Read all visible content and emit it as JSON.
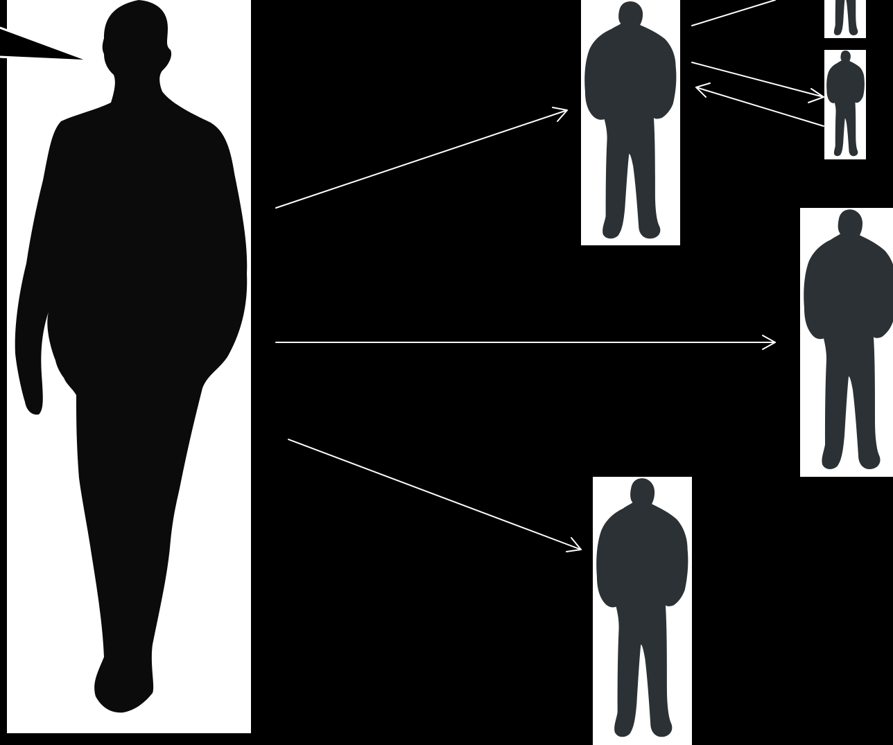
{
  "colors": {
    "background": "#000000",
    "card": "#ffffff",
    "walker_silhouette": "#0b0b0b",
    "hoodie_silhouette": "#2b3134",
    "arrow": "#ffffff"
  },
  "figures": {
    "main": {
      "icon": "walking-person-silhouette-icon"
    },
    "copies": [
      {
        "name": "copy-top-center",
        "icon": "hooded-person-silhouette-icon"
      },
      {
        "name": "copy-top-right-upper",
        "icon": "hooded-person-silhouette-icon"
      },
      {
        "name": "copy-top-right-lower",
        "icon": "hooded-person-silhouette-icon"
      },
      {
        "name": "copy-middle-right",
        "icon": "hooded-person-silhouette-icon"
      },
      {
        "name": "copy-bottom-center",
        "icon": "hooded-person-silhouette-icon"
      }
    ]
  },
  "connectors": {
    "speech_pointer": "speech-bubble-pointer",
    "arrows": [
      {
        "name": "arrow-main-to-top-center",
        "style": "open-arrowhead"
      },
      {
        "name": "arrow-main-to-middle-right",
        "style": "open-arrowhead"
      },
      {
        "name": "arrow-main-to-bottom-center",
        "style": "open-arrowhead"
      },
      {
        "name": "arrow-top-center-to-top-right-upper",
        "style": "plain-line"
      },
      {
        "name": "arrow-top-center-to-top-right-lower",
        "style": "open-arrowhead"
      },
      {
        "name": "arrow-top-right-lower-to-top-center",
        "style": "open-arrowhead"
      }
    ]
  }
}
